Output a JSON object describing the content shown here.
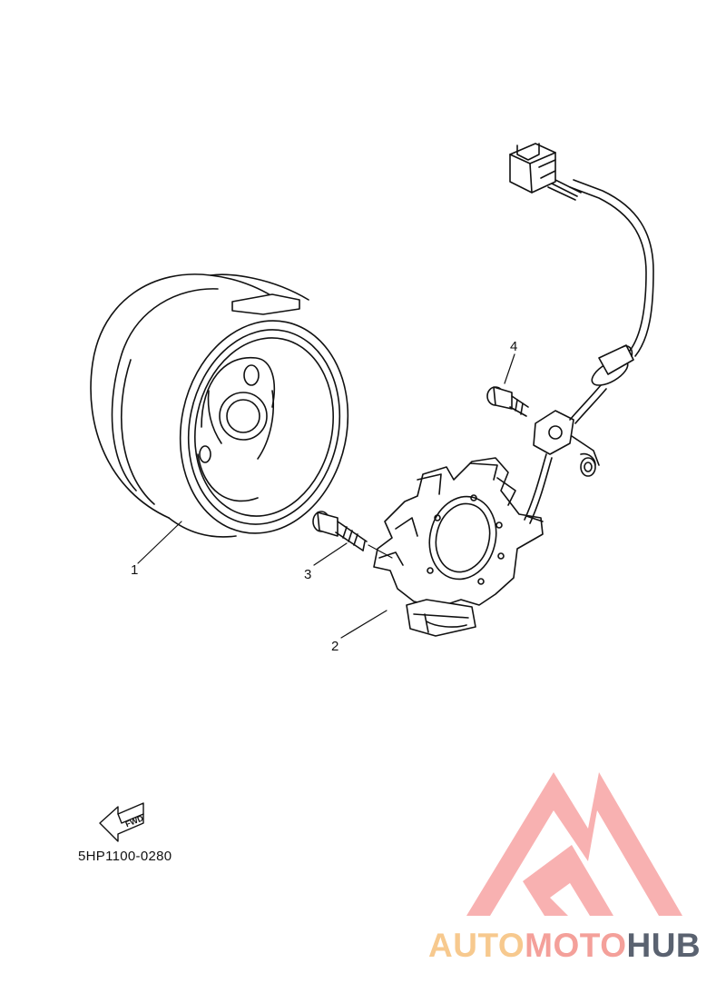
{
  "callouts": {
    "part1": "1",
    "part2": "2",
    "part3": "3",
    "part4": "4"
  },
  "fwd_label": "FWD",
  "diagram_code": "5HP1100-0280",
  "watermark": {
    "brand_auto": "AUTO",
    "brand_moto": "MOTO",
    "brand_hub": "HUB",
    "colors": {
      "logo": "#f7a3a3",
      "auto": "#f7c98e",
      "moto": "#f4a09a",
      "hub": "#5a6270"
    }
  },
  "icons": [
    "fwd-arrow-icon",
    "automotohub-logo-icon"
  ]
}
